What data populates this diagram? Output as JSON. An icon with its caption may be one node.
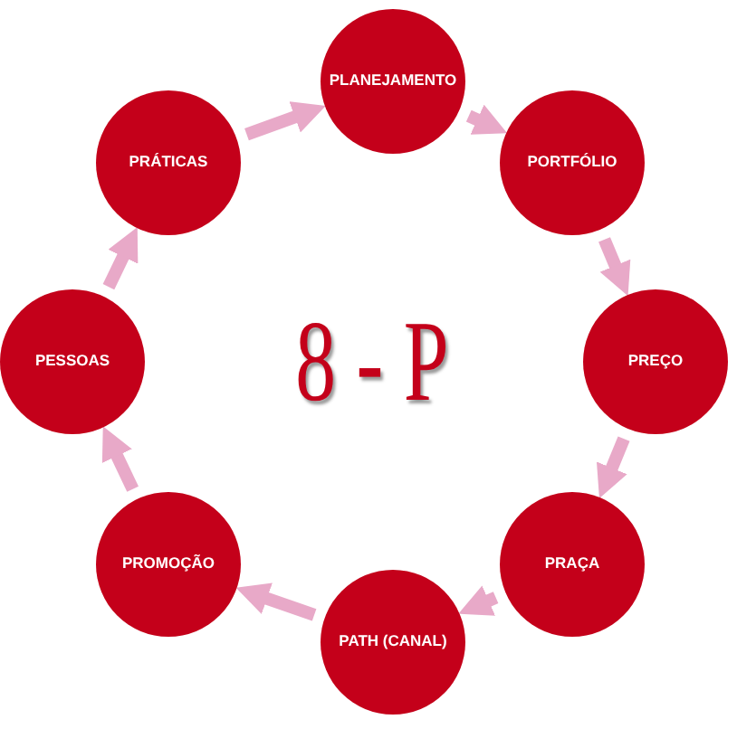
{
  "diagram": {
    "nodes": [
      {
        "text": [
          "PLANEJAMENTO"
        ]
      },
      {
        "text": [
          "PORTFÓLIO"
        ]
      },
      {
        "text": [
          "PREÇO"
        ]
      },
      {
        "text": [
          "PRAÇA"
        ]
      },
      {
        "text": [
          "PATH (CANAL)"
        ]
      },
      {
        "text": [
          "PROMOÇÃO"
        ]
      },
      {
        "text": [
          "PESSOAS"
        ]
      },
      {
        "text": [
          "PRÁTICAS"
        ]
      }
    ],
    "edges": [
      {
        "from": 0,
        "to": 1,
        "arrow": "to"
      },
      {
        "from": 1,
        "to": 2,
        "arrow": "to"
      },
      {
        "from": 2,
        "to": 3,
        "arrow": "to"
      },
      {
        "from": 3,
        "to": 4,
        "arrow": "to"
      },
      {
        "from": 4,
        "to": 5,
        "arrow": "to"
      },
      {
        "from": 5,
        "to": 6,
        "arrow": "to"
      },
      {
        "from": 6,
        "to": 7,
        "arrow": "to"
      },
      {
        "from": 7,
        "to": 0,
        "arrow": "to"
      }
    ],
    "labels": [
      "8 - P"
    ]
  }
}
